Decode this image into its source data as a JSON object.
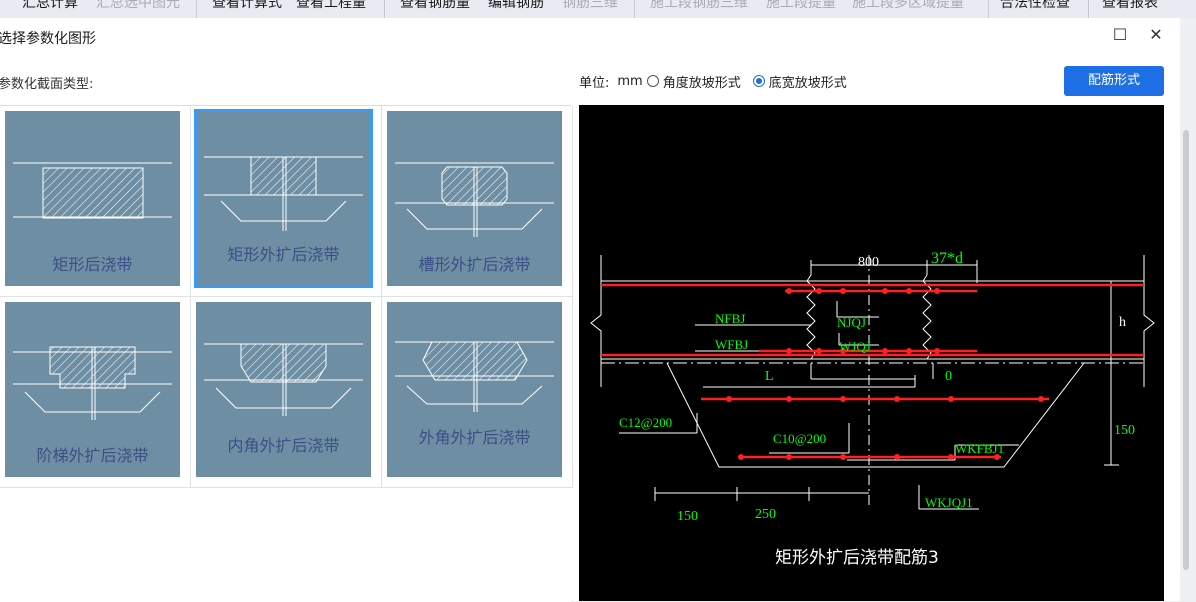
{
  "toolbar": {
    "items": [
      "汇总计算",
      "汇总选中图元",
      "查看计算式",
      "查看工程量",
      "查看钢筋量",
      "编辑钢筋",
      "钢筋三维",
      "施工段钢筋三维",
      "施工段提量",
      "施工段多区域提量",
      "合法性检查",
      "查看报表"
    ],
    "disabled": [
      false,
      true,
      false,
      false,
      false,
      false,
      true,
      true,
      true,
      true,
      false,
      false
    ]
  },
  "dialog": {
    "title": "选择参数化图形",
    "maximize_glyph": "☐",
    "close_glyph": "✕",
    "section_label": "参数化截面类型:",
    "unit_label": "单位:",
    "unit_value": "mm",
    "radio_angle": "角度放坡形式",
    "radio_width": "底宽放坡形式",
    "selected_radio": "底宽放坡形式",
    "config_button": "配筋形式"
  },
  "gallery": {
    "items": [
      {
        "label": "矩形后浇带",
        "selected": false,
        "icon": "rect-pour-strip-icon"
      },
      {
        "label": "矩形外扩后浇带",
        "selected": true,
        "icon": "rect-expanded-pour-strip-icon"
      },
      {
        "label": "槽形外扩后浇带",
        "selected": false,
        "icon": "groove-expanded-pour-strip-icon"
      },
      {
        "label": "阶梯外扩后浇带",
        "selected": false,
        "icon": "step-expanded-pour-strip-icon"
      },
      {
        "label": "内角外扩后浇带",
        "selected": false,
        "icon": "inner-angle-expanded-pour-strip-icon"
      },
      {
        "label": "外角外扩后浇带",
        "selected": false,
        "icon": "outer-angle-expanded-pour-strip-icon"
      }
    ]
  },
  "preview": {
    "caption": "矩形外扩后浇带配筋3",
    "dim_width": "800",
    "dim_lap": "37*d",
    "dim_h": "h",
    "dim_L": "L",
    "dim_0": "0",
    "dim_150_right": "150",
    "dim_150_bottom": "150",
    "dim_250": "250",
    "rebar_labels": {
      "nfbj": "NFBJ",
      "njqj": "NJQJ",
      "wfbj": "WFBJ",
      "wjqj": "WJQJ",
      "c12": "C12@200",
      "c10": "C10@200",
      "wkfbj": "WKFBJ1",
      "wkjqj": "WKJQJ1"
    },
    "colors": {
      "rebar": "#ff2020",
      "label": "#00ff00",
      "line": "#ffffff",
      "bg": "#000000"
    }
  }
}
